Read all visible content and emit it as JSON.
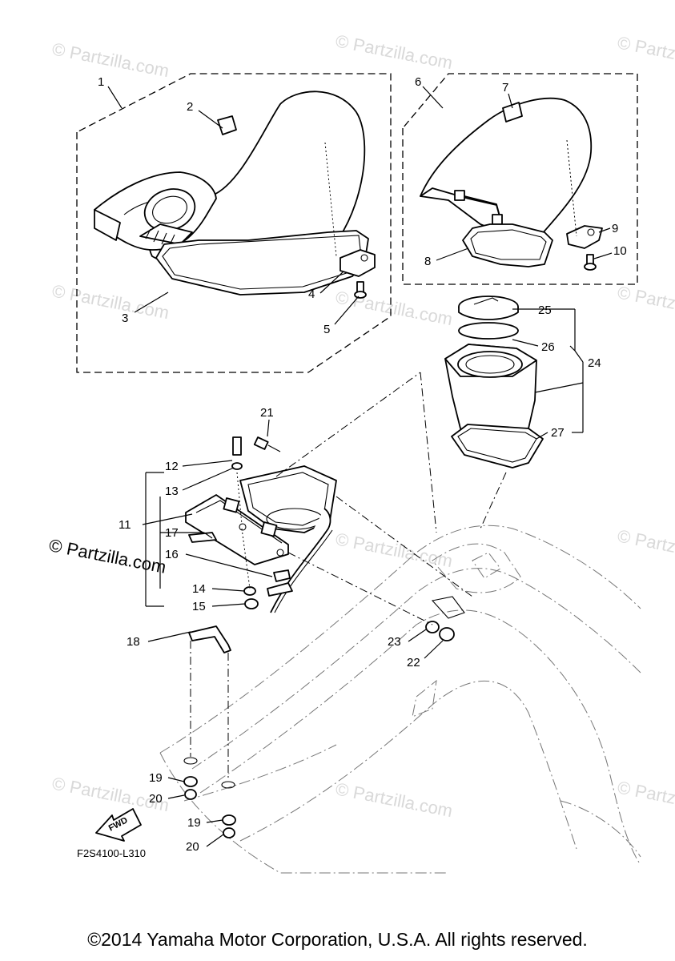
{
  "diagram": {
    "drawing_code": "F2S4100-L310",
    "fwd_label": "FWD",
    "copyright": "©2014 Yamaha Motor Corporation, U.S.A. All rights reserved.",
    "watermark_main": "© Partzilla.com",
    "watermark_faint": "© Partzilla.com",
    "callouts": [
      "1",
      "2",
      "3",
      "4",
      "5",
      "6",
      "7",
      "8",
      "9",
      "10",
      "11",
      "12",
      "13",
      "14",
      "15",
      "16",
      "17",
      "18",
      "19",
      "19",
      "20",
      "20",
      "21",
      "22",
      "23",
      "24",
      "25",
      "26",
      "27"
    ]
  }
}
